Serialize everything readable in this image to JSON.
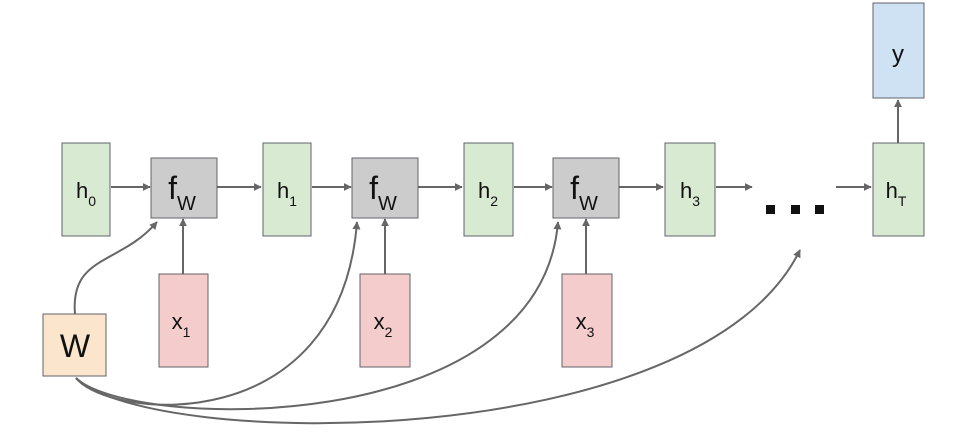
{
  "nodes": {
    "h0": {
      "base": "h",
      "sub": "0"
    },
    "h1": {
      "base": "h",
      "sub": "1"
    },
    "h2": {
      "base": "h",
      "sub": "2"
    },
    "h3": {
      "base": "h",
      "sub": "3"
    },
    "hT": {
      "base": "h",
      "sub": "T"
    },
    "f1": {
      "base": "f",
      "sub": "W"
    },
    "f2": {
      "base": "f",
      "sub": "W"
    },
    "f3": {
      "base": "f",
      "sub": "W"
    },
    "x1": {
      "base": "x",
      "sub": "1"
    },
    "x2": {
      "base": "x",
      "sub": "2"
    },
    "x3": {
      "base": "x",
      "sub": "3"
    },
    "y": {
      "base": "y"
    },
    "W": {
      "base": "W"
    }
  },
  "colors": {
    "hidden": "#d9ead3",
    "function": "#cccccc",
    "input": "#f4cccc",
    "output": "#cfe2f3",
    "weights": "#fce5cd",
    "arrow": "#666666"
  }
}
